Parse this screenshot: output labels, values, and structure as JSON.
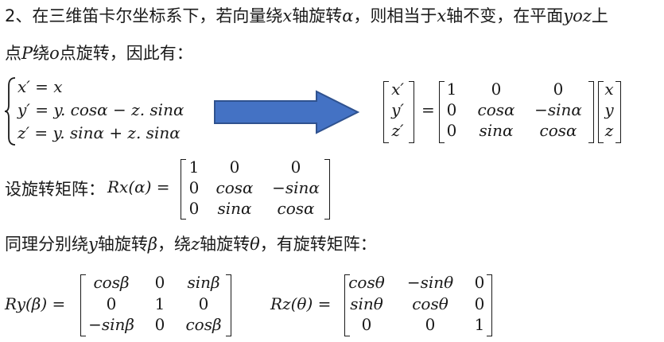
{
  "line1": {
    "prefix": "2、在三维笛卡尔坐标系下，若向量绕",
    "axis_x": "x",
    "mid1": "轴旋转",
    "alpha": "α",
    "mid2": "，则相当于",
    "axis_x2": "x",
    "mid3": "轴不变，在平面",
    "plane": "yoz",
    "suffix": "上"
  },
  "line2": {
    "prefix": "点",
    "p": "P",
    "mid": "绕",
    "o": "o",
    "suffix": "点旋转，因此有："
  },
  "system": {
    "eq1": "x′ = x",
    "eq2": "y′ = y. cosα − z. sinα",
    "eq3": "z′ = y. sinα + z. sinα"
  },
  "matrix_eq": {
    "lhs": [
      "x′",
      "y′",
      "z′"
    ],
    "equals": "=",
    "rot": [
      [
        "1",
        "0",
        "0"
      ],
      [
        "0",
        "cosα",
        "−sinα"
      ],
      [
        "0",
        "sinα",
        "cosα"
      ]
    ],
    "rhs": [
      "x",
      "y",
      "z"
    ]
  },
  "rx": {
    "label": "设旋转矩阵：",
    "lhs": "Rx(α) =",
    "rows": [
      [
        "1",
        "0",
        "0"
      ],
      [
        "0",
        "cosα",
        "−sinα"
      ],
      [
        "0",
        "sinα",
        "cosα"
      ]
    ]
  },
  "line_same": {
    "prefix": "同理分别绕",
    "y": "y",
    "mid1": "轴旋转",
    "beta": "β",
    "mid2": "，绕",
    "z": "z",
    "mid3": "轴旋转",
    "theta": "θ",
    "suffix": "，有旋转矩阵："
  },
  "ry": {
    "lhs": "Ry(β) =",
    "rows": [
      [
        "cosβ",
        "0",
        "sinβ"
      ],
      [
        "0",
        "1",
        "0"
      ],
      [
        "−sinβ",
        "0",
        "cosβ"
      ]
    ]
  },
  "rz": {
    "lhs": "Rz(θ) =",
    "rows": [
      [
        "cosθ",
        "−sinθ",
        "0"
      ],
      [
        "sinθ",
        "cosθ",
        "0"
      ],
      [
        "0",
        "0",
        "1"
      ]
    ]
  },
  "colors": {
    "arrow_fill": "#4472C4",
    "arrow_stroke": "#2F528F",
    "text": "#1a1a1a"
  }
}
